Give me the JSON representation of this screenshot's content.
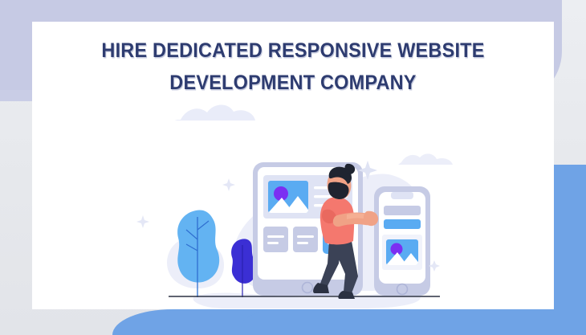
{
  "page": {
    "headline": "HIRE DEDICATED RESPONSIVE WEBSITE\nDEVELOPMENT COMPANY",
    "headline_line_1": "HIRE DEDICATED RESPONSIVE WEBSITE",
    "headline_line_2": "DEVELOPMENT COMPANY"
  },
  "colors": {
    "headline_text": "#2e3c70",
    "headline_shadow": "#969ec3",
    "card_background": "#ffffff",
    "page_background": "#e9ebef",
    "lavender_band": "#c6cae4",
    "accent_blue": "#6fa3e6",
    "bright_blue": "#5aabf2",
    "soft_lavender": "#c3c8e6",
    "pale_lavender": "#e6e9f7",
    "blob_lavender": "#eceef9",
    "skin": "#f0a286",
    "shirt_coral": "#f4786e",
    "pants_navy": "#3b4256",
    "hair_dark": "#1f2430",
    "plant_blue": "#63b3f2",
    "plant_indigo": "#3b2fd4",
    "sun_purple": "#7b2ff2",
    "ground_line": "#2b3142"
  },
  "illustration": {
    "name": "responsive-web-development-illustration",
    "elements": [
      {
        "name": "background-blob",
        "label": "large rounded lavender blob"
      },
      {
        "name": "cloud-left",
        "label": "pale lavender cloud"
      },
      {
        "name": "cloud-right",
        "label": "pale lavender cloud"
      },
      {
        "name": "tablet-device",
        "label": "tablet mockup with content card"
      },
      {
        "name": "phone-device",
        "label": "smartphone mockup"
      },
      {
        "name": "person-figure",
        "label": "man with beard in coral shirt"
      },
      {
        "name": "plant-large",
        "label": "blue leafy plant"
      },
      {
        "name": "plant-small",
        "label": "indigo leafy plant"
      },
      {
        "name": "ground-line",
        "label": "horizontal ground line"
      },
      {
        "name": "sparkle-decorations",
        "label": "four-point star sparkles"
      }
    ],
    "tablet": {
      "content_card": {
        "image_placeholder": "mountain-and-sun-thumbnail",
        "text_lines": 3
      },
      "tiles": [
        {
          "name": "tile-1",
          "style": "lavender"
        },
        {
          "name": "tile-2",
          "style": "lavender"
        },
        {
          "name": "tile-3",
          "style": "blue-highlight"
        }
      ],
      "home_button": "circle-outline"
    },
    "phone": {
      "bars": [
        {
          "name": "bar-1",
          "style": "lavender"
        },
        {
          "name": "bar-2",
          "style": "blue-highlight"
        }
      ],
      "image_placeholder": "mountain-and-sun-thumbnail",
      "home_button": "circle-outline"
    }
  }
}
